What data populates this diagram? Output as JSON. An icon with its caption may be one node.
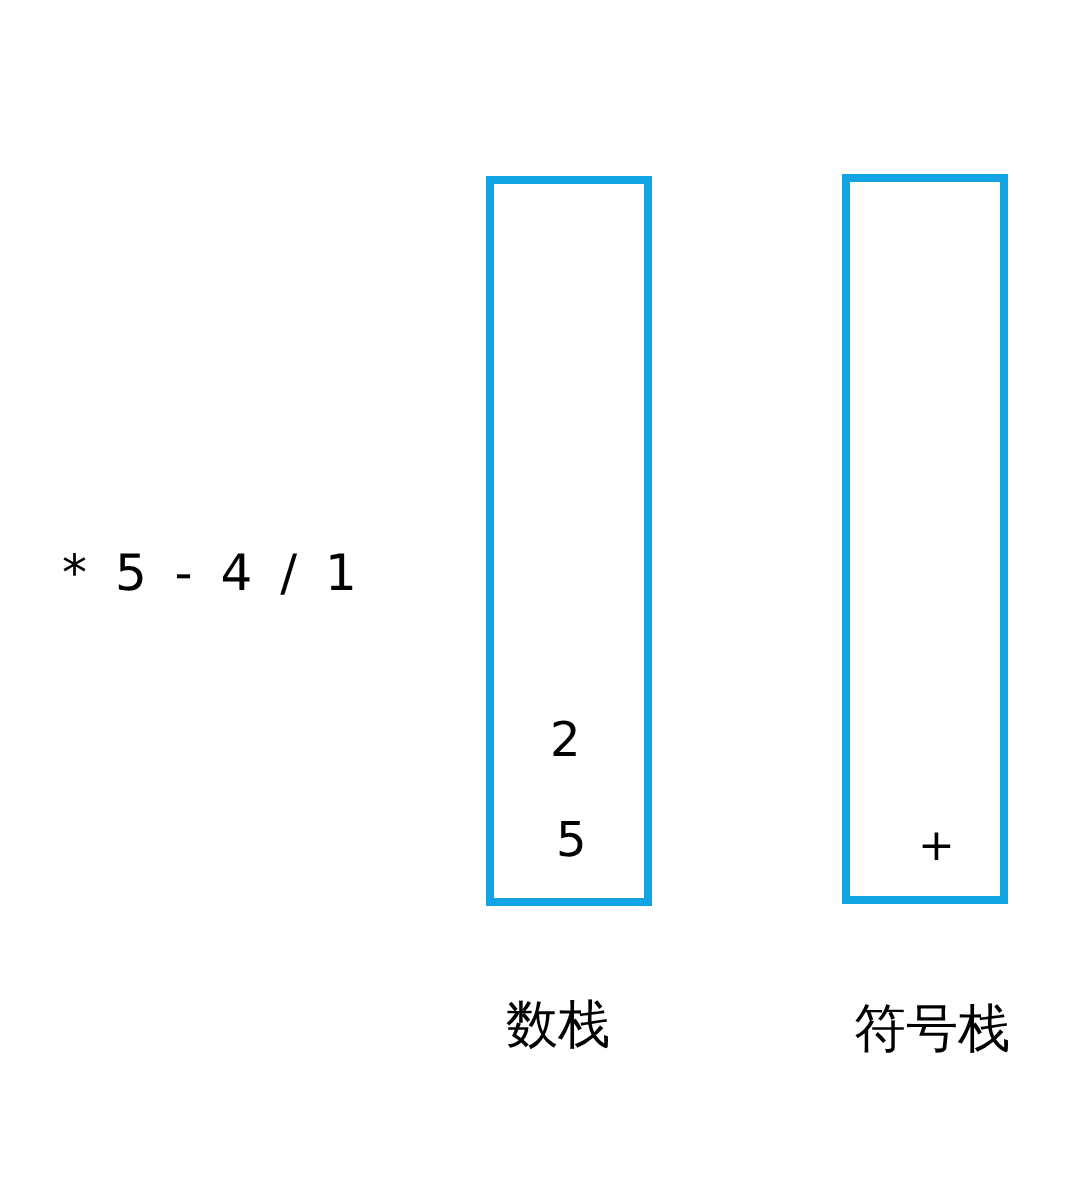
{
  "diagram": {
    "nodes": [
      {
        "text": [
          "2",
          "5",
          "数栈"
        ]
      },
      {
        "text": [
          "+",
          "符号栈"
        ]
      }
    ],
    "labels": [
      "* 5 - 4 / 1"
    ]
  }
}
